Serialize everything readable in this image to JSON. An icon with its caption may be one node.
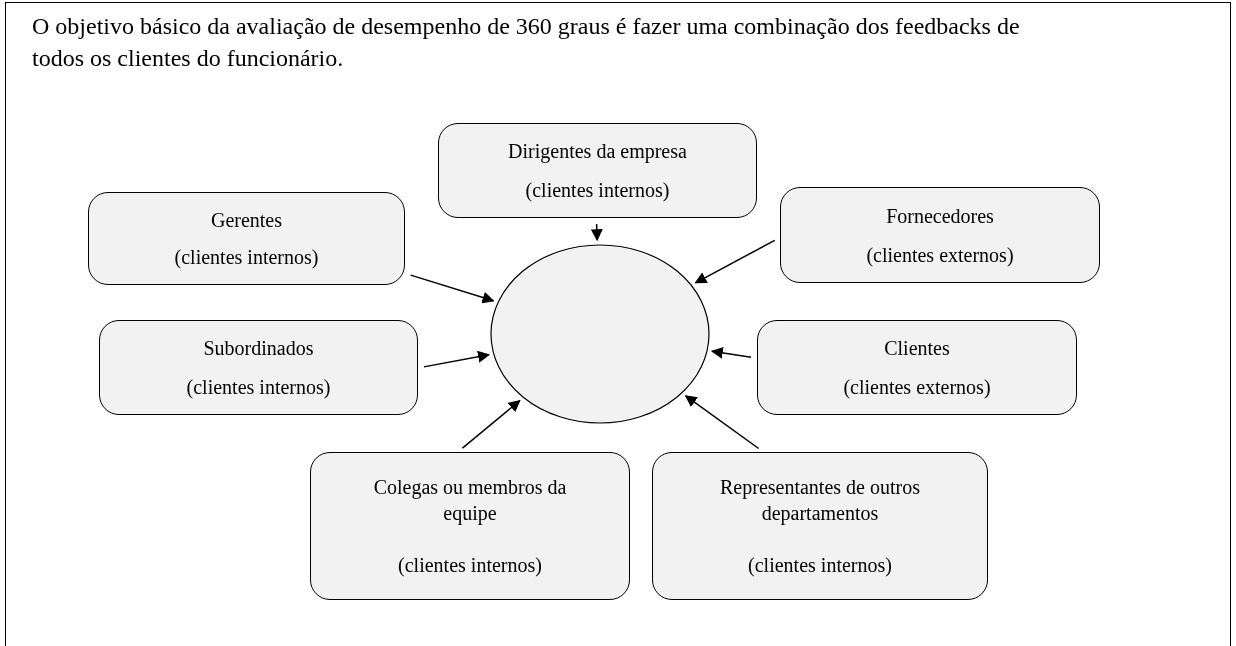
{
  "diagram": {
    "title": "O objetivo básico da avaliação de desempenho de 360 graus é fazer uma combinação dos feedbacks de todos os clientes do funcionário.",
    "nodes": [
      {
        "text": [
          "Dirigentes da empresa",
          "(clientes internos)"
        ]
      },
      {
        "text": [
          "Gerentes",
          "(clientes internos)"
        ]
      },
      {
        "text": [
          "Fornecedores",
          "(clientes externos)"
        ]
      },
      {
        "text": [
          "Subordinados",
          "(clientes internos)"
        ]
      },
      {
        "text": [],
        "shape": "circle"
      },
      {
        "text": [
          "Clientes",
          "(clientes externos)"
        ]
      },
      {
        "text": [
          "Colegas ou membros da equipe",
          "(clientes internos)"
        ]
      },
      {
        "text": [
          "Representantes de outros departamentos",
          "(clientes internos)"
        ]
      }
    ],
    "edges": [
      {
        "from": 0,
        "to": 4,
        "arrow": "to"
      },
      {
        "from": 1,
        "to": 4,
        "arrow": "to"
      },
      {
        "from": 2,
        "to": 4,
        "arrow": "to"
      },
      {
        "from": 3,
        "to": 4,
        "arrow": "to"
      },
      {
        "from": 5,
        "to": 4,
        "arrow": "to"
      },
      {
        "from": 6,
        "to": 4,
        "arrow": "to"
      },
      {
        "from": 7,
        "to": 4,
        "arrow": "to"
      }
    ]
  }
}
